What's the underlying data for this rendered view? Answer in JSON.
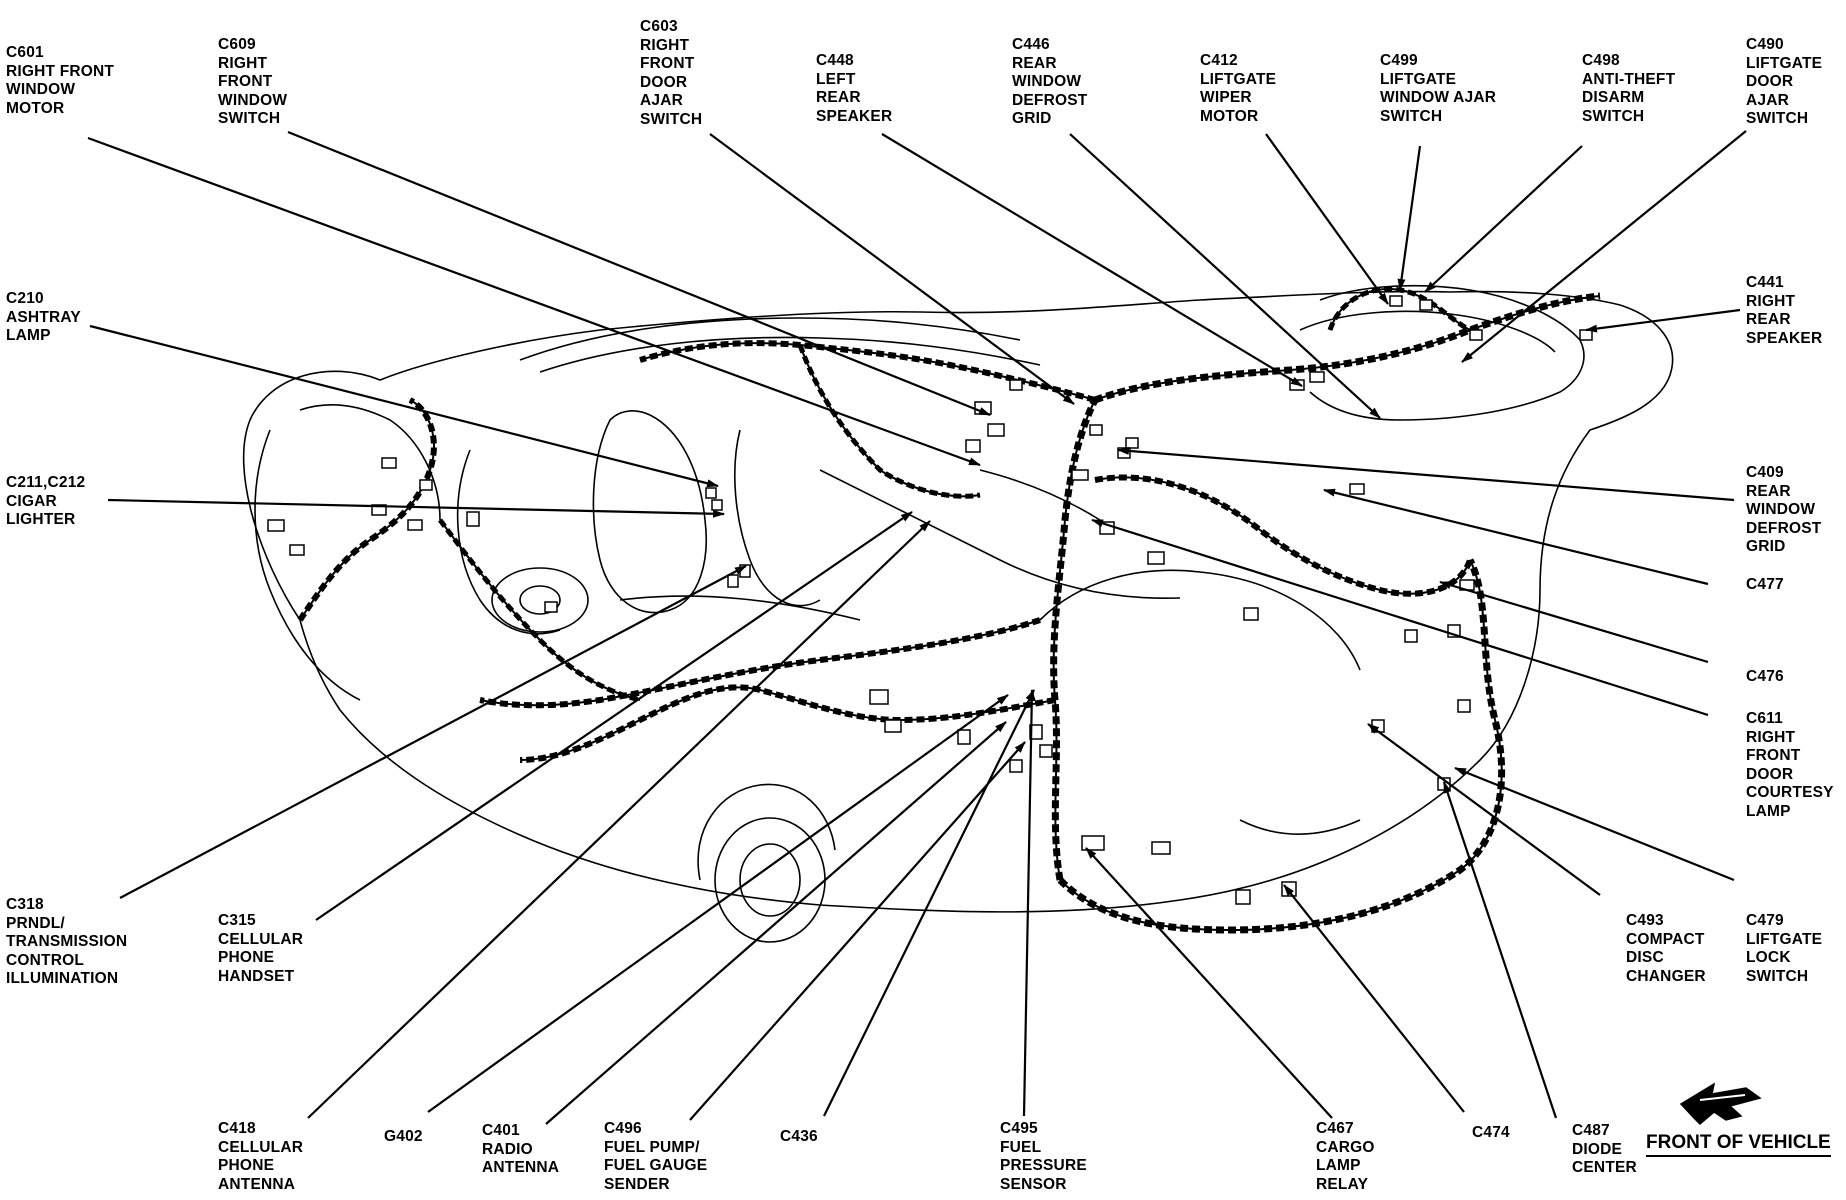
{
  "figure": {
    "front_indicator": "FRONT OF VEHICLE"
  },
  "callouts": [
    {
      "id": "c601",
      "lines": [
        "C601",
        "RIGHT FRONT",
        "WINDOW",
        "MOTOR"
      ]
    },
    {
      "id": "c609",
      "lines": [
        "C609",
        "RIGHT",
        "FRONT",
        "WINDOW",
        "SWITCH"
      ]
    },
    {
      "id": "c603",
      "lines": [
        "C603",
        "RIGHT",
        "FRONT",
        "DOOR",
        "AJAR",
        "SWITCH"
      ]
    },
    {
      "id": "c448",
      "lines": [
        "C448",
        "LEFT",
        "REAR",
        "SPEAKER"
      ]
    },
    {
      "id": "c446",
      "lines": [
        "C446",
        "REAR",
        "WINDOW",
        "DEFROST",
        "GRID"
      ]
    },
    {
      "id": "c412",
      "lines": [
        "C412",
        "LIFTGATE",
        "WIPER",
        "MOTOR"
      ]
    },
    {
      "id": "c499",
      "lines": [
        "C499",
        "LIFTGATE",
        "WINDOW AJAR",
        "SWITCH"
      ]
    },
    {
      "id": "c498",
      "lines": [
        "C498",
        "ANTI-THEFT",
        "DISARM",
        "SWITCH"
      ]
    },
    {
      "id": "c490",
      "lines": [
        "C490",
        "LIFTGATE",
        "DOOR",
        "AJAR",
        "SWITCH"
      ]
    },
    {
      "id": "c441",
      "lines": [
        "C441",
        "RIGHT",
        "REAR",
        "SPEAKER"
      ]
    },
    {
      "id": "c210",
      "lines": [
        "C210",
        "ASHTRAY",
        "LAMP"
      ]
    },
    {
      "id": "c211",
      "lines": [
        "C211,C212",
        "CIGAR",
        "LIGHTER"
      ]
    },
    {
      "id": "c409",
      "lines": [
        "C409",
        "REAR",
        "WINDOW",
        "DEFROST",
        "GRID"
      ]
    },
    {
      "id": "c477",
      "lines": [
        "C477"
      ]
    },
    {
      "id": "c476",
      "lines": [
        "C476"
      ]
    },
    {
      "id": "c611",
      "lines": [
        "C611",
        "RIGHT",
        "FRONT",
        "DOOR",
        "COURTESY",
        "LAMP"
      ]
    },
    {
      "id": "c318",
      "lines": [
        "C318",
        "PRNDL/",
        "TRANSMISSION",
        "CONTROL",
        "ILLUMINATION"
      ]
    },
    {
      "id": "c315",
      "lines": [
        "C315",
        "CELLULAR",
        "PHONE",
        "HANDSET"
      ]
    },
    {
      "id": "c493",
      "lines": [
        "C493",
        "COMPACT",
        "DISC",
        "CHANGER"
      ]
    },
    {
      "id": "c479",
      "lines": [
        "C479",
        "LIFTGATE",
        "LOCK",
        "SWITCH"
      ]
    },
    {
      "id": "c418",
      "lines": [
        "C418",
        "CELLULAR",
        "PHONE",
        "ANTENNA"
      ]
    },
    {
      "id": "g402",
      "lines": [
        "G402"
      ]
    },
    {
      "id": "c401",
      "lines": [
        "C401",
        "RADIO",
        "ANTENNA"
      ]
    },
    {
      "id": "c496",
      "lines": [
        "C496",
        "FUEL PUMP/",
        "FUEL GAUGE",
        "SENDER"
      ]
    },
    {
      "id": "c436",
      "lines": [
        "C436"
      ]
    },
    {
      "id": "c495",
      "lines": [
        "C495",
        "FUEL",
        "PRESSURE",
        "SENSOR"
      ]
    },
    {
      "id": "c467",
      "lines": [
        "C467",
        "CARGO",
        "LAMP",
        "RELAY"
      ]
    },
    {
      "id": "c474",
      "lines": [
        "C474"
      ]
    },
    {
      "id": "c487",
      "lines": [
        "C487",
        "DIODE",
        "CENTER"
      ]
    }
  ]
}
